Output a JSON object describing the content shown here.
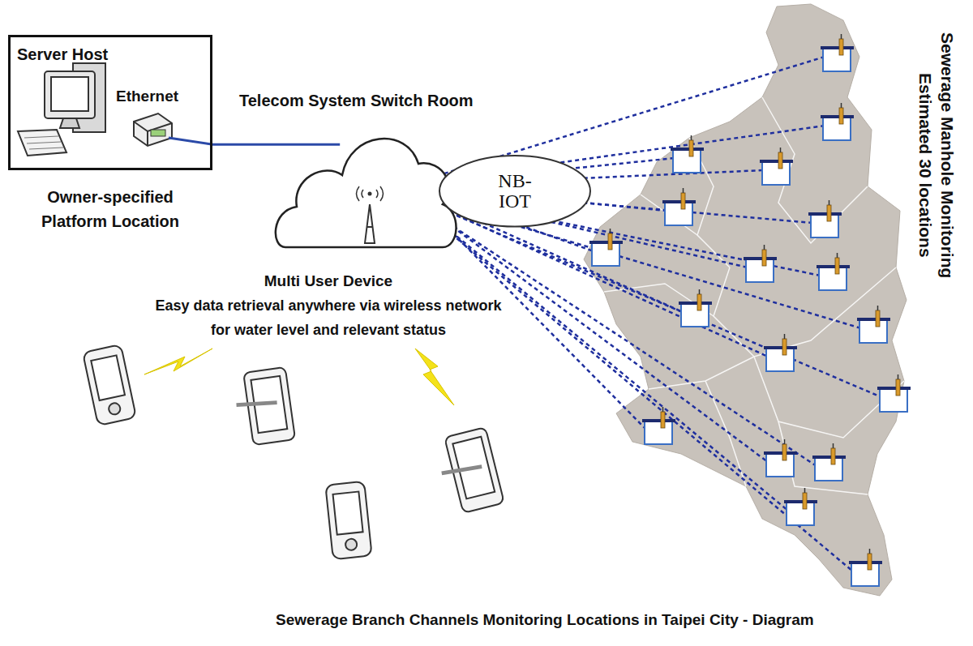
{
  "diagram": {
    "caption": "Sewerage Branch Channels Monitoring Locations in Taipei City - Diagram",
    "nodes": [
      {
        "text": [
          "Server Host",
          "Ethernet"
        ]
      },
      {
        "text": [
          "Telecom System Switch Room"
        ]
      },
      {
        "text": [
          "NB- IOT"
        ]
      }
    ],
    "edges": [
      {
        "from": 0,
        "to": 1,
        "arrow": "none"
      },
      {
        "from": 1,
        "to": 2,
        "arrow": "none"
      }
    ],
    "labels": [
      "Owner-specified Platform Location",
      "Multi User Device",
      "Easy data retrieval anywhere via wireless network for water level and relevant status",
      "Sewerage Manhole Monitoring",
      "Estimated 30 locations"
    ]
  }
}
